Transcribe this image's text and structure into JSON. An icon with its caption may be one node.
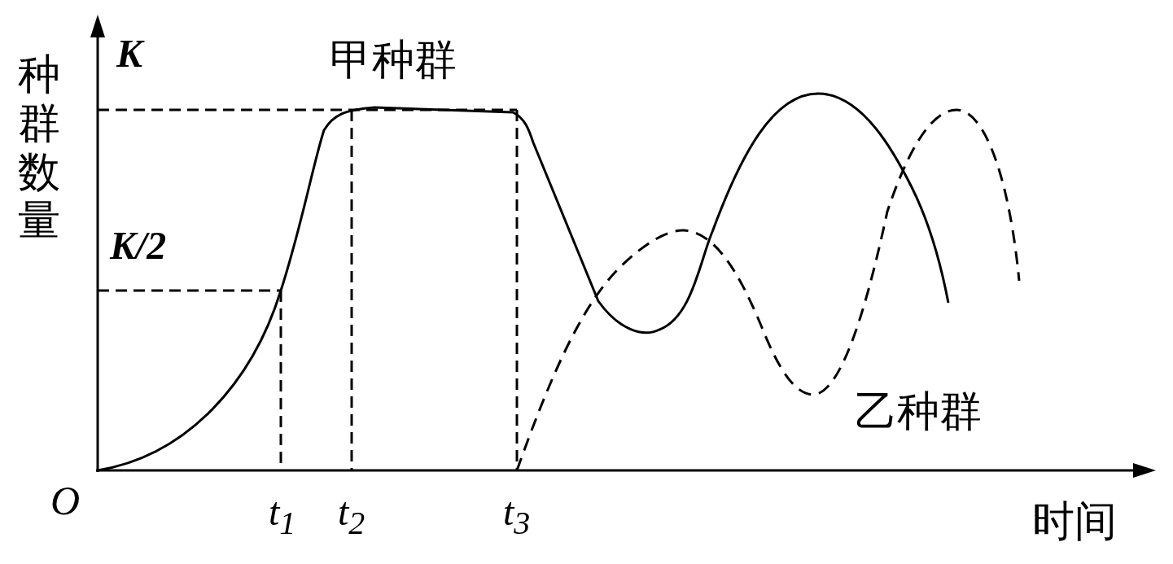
{
  "diagram": {
    "labels": [
      "种群数量",
      "K",
      "甲种群",
      "K/2",
      "乙种群",
      "O",
      "t$_{1}$",
      "t$_{2}$",
      "t$_{3}$",
      "时间"
    ]
  }
}
